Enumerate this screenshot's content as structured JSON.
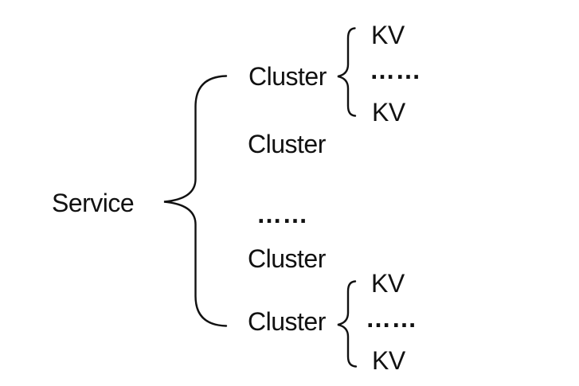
{
  "colors": {
    "background": "#ffffff",
    "ink": "#111111"
  },
  "tree": {
    "service": {
      "label": "Service"
    },
    "clusters": [
      {
        "label": "Cluster"
      },
      {
        "label": "Cluster"
      },
      {
        "ellipsis": "……"
      },
      {
        "label": "Cluster"
      },
      {
        "label": "Cluster"
      }
    ],
    "kv_group_top": {
      "first": "KV",
      "ellipsis": "……",
      "last": "KV"
    },
    "kv_group_bottom": {
      "first": "KV",
      "ellipsis": "……",
      "last": "KV"
    }
  }
}
